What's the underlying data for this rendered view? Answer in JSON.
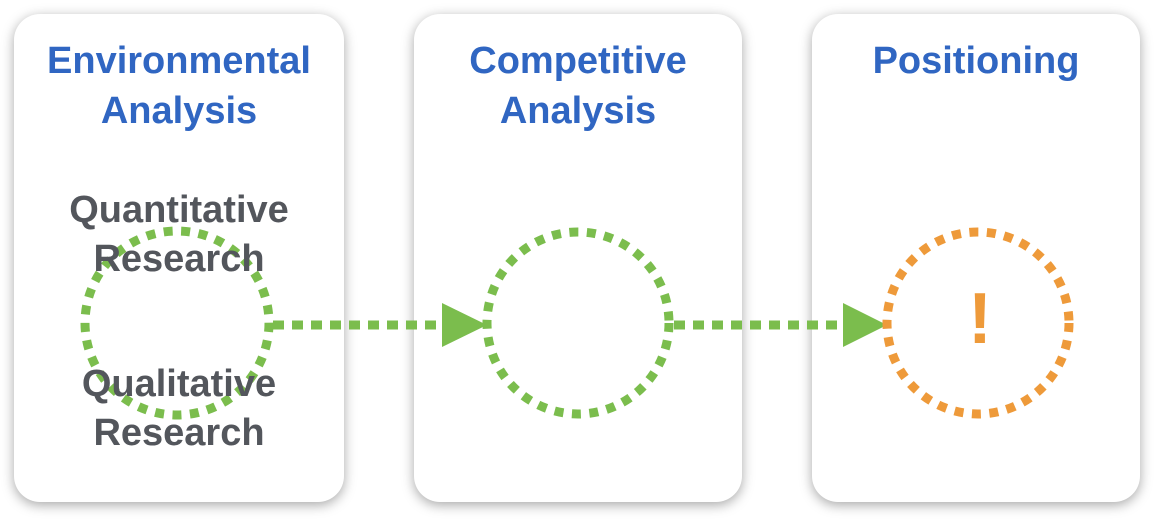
{
  "colors": {
    "title": "#3066c2",
    "body_text": "#53565c",
    "flow": "#7bbd4d",
    "highlight": "#ee9a3a"
  },
  "columns": [
    {
      "title_line1": "Environmental",
      "title_line2": "Analysis",
      "research_top_line1": "Quantitative",
      "research_top_line2": "Research",
      "research_bottom_line1": "Qualitative",
      "research_bottom_line2": "Research"
    },
    {
      "title_line1": "Competitive",
      "title_line2": "Analysis"
    },
    {
      "title_line1": "Positioning",
      "mark": "!"
    }
  ]
}
